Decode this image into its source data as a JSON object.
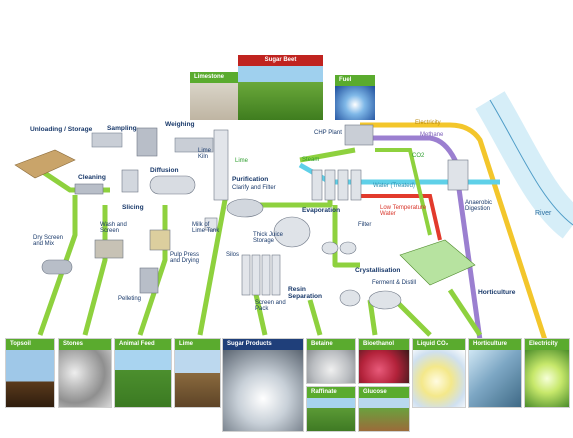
{
  "inputs": {
    "sugar_beet": "Sugar Beet",
    "limestone": "Limestone",
    "fuel": "Fuel"
  },
  "process": {
    "unloading": "Unloading / Storage",
    "sampling": "Sampling",
    "weighing": "Weighing",
    "cleaning": "Cleaning",
    "slicing": "Slicing",
    "diffusion": "Diffusion",
    "lime_kiln": "Lime Kiln",
    "lime": "Lime",
    "purification": "Purification",
    "purification_sub": "Clarify and Filter",
    "milk_of_lime": "Milk of Lime Tank",
    "thick_juice": "Thick Juice Storage",
    "chp": "CHP Plant",
    "steam": "Steam",
    "evaporation": "Evaporation",
    "filter": "Filter",
    "crystallisation": "Crystallisation",
    "silos": "Silos",
    "screen_pack": "Screen and Pack",
    "resin_separation": "Resin Separation",
    "ferment_distil": "Ferment & Distill",
    "dry_screen": "Dry Screen and Mix",
    "wash_screen": "Wash and Screen",
    "pulp_press": "Pulp Press and Drying",
    "pelleting": "Pelleting",
    "anaerobic": "Anaerobic Digestion",
    "horticulture": "Horticulture",
    "low_temp_water": "Low Temperature Water",
    "water_treated": "Water (Treated)",
    "co2": "CO2",
    "methane": "Methane",
    "electricity": "Electricity",
    "river": "River"
  },
  "products": [
    {
      "label": "Topsoil",
      "icon": "topsoil-photo"
    },
    {
      "label": "Stones",
      "icon": "stones-photo"
    },
    {
      "label": "Animal Feed",
      "icon": "animal-feed-photo"
    },
    {
      "label": "Lime",
      "icon": "lime-photo"
    },
    {
      "label": "Sugar Products",
      "icon": "sugar-products-photo"
    },
    {
      "label": "Betaine",
      "icon": "betaine-photo"
    },
    {
      "label": "Bioethanol",
      "icon": "bioethanol-photo"
    },
    {
      "label": "Liquid CO₂",
      "icon": "liquid-co2-photo"
    },
    {
      "label": "Horticulture",
      "icon": "horticulture-photo"
    },
    {
      "label": "Electricity",
      "icon": "electricity-photo"
    },
    {
      "label": "Raffinate",
      "icon": "raffinate-photo"
    },
    {
      "label": "Glucose",
      "icon": "glucose-photo"
    }
  ],
  "colors": {
    "flow_green": "#8ed13e",
    "flow_yellow": "#f3c62b",
    "flow_purple": "#9b7fd0",
    "flow_cyan": "#5fd0e8",
    "flow_red": "#e23a2c",
    "tile_caption": "#5aab2e",
    "sugar_caption": "#1f3f7a"
  }
}
